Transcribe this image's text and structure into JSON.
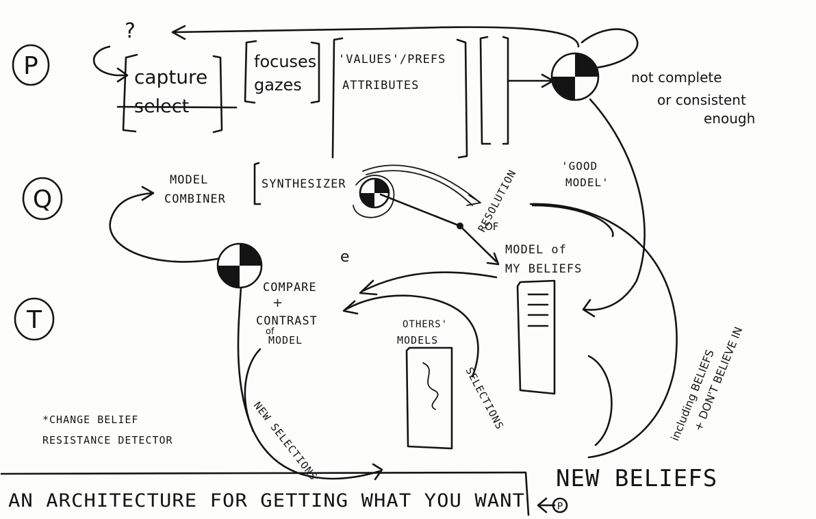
{
  "labels": {
    "row_p": "P",
    "row_q": "Q",
    "row_t": "T",
    "q_mark": "?",
    "capture": "capture",
    "select": "select",
    "focuses": "focuses",
    "gazes": "gazes",
    "values_prefs": "'VALUES'/PREFS",
    "attributes": "ATTRIBUTES",
    "not_complete_1": "not complete",
    "not_complete_2": "or consistent",
    "not_complete_3": "enough",
    "good_model_1": "'GOOD",
    "good_model_2": "MODEL'",
    "model_combiner_1": "MODEL",
    "model_combiner_2": "COMBINER",
    "synthesizer": "SYNTHESIZER",
    "resolution_1": "RESOLUTION",
    "resolution_2": "OF",
    "model_beliefs_1": "MODEL of",
    "model_beliefs_2": "MY BELIEFS",
    "small_e": "e",
    "compare_1": "COMPARE",
    "compare_2": "+",
    "compare_3": "CONTRAST",
    "compare_4": "of",
    "compare_5": "MODEL",
    "others_models_1": "OTHERS'",
    "others_models_2": "MODELS",
    "selections": "SELECTIONS",
    "new_selections": "NEW SELECTIONS",
    "change_belief_1": "*CHANGE BELIEF",
    "change_belief_2": "RESISTANCE DETECTOR",
    "including_1": "including BELIEFS",
    "including_2": "+ DON'T BELIEVE IN",
    "new_beliefs": "NEW BELIEFS",
    "footer_title": "AN ARCHITECTURE FOR GETTING WHAT YOU WANT",
    "footer_p": "P"
  }
}
